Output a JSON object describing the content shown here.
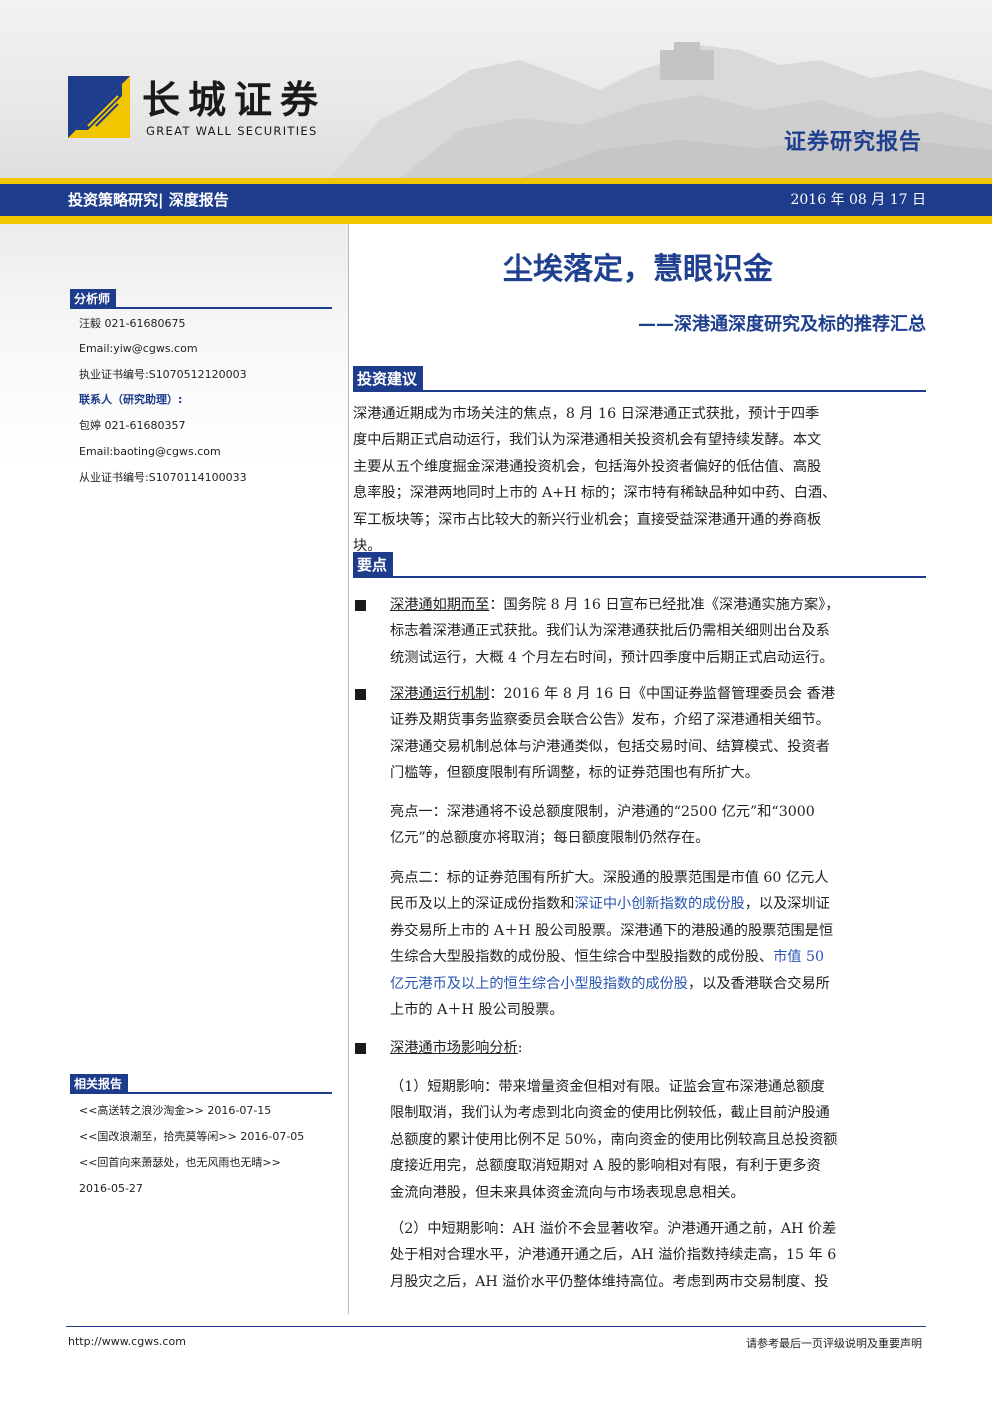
{
  "header": {
    "logo_cn": "长城证券",
    "logo_en": "GREAT WALL SECURITIES",
    "report_type": "证券研究报告",
    "category": "投资策略研究| 深度报告",
    "date": "2016 年 08 月 17 日"
  },
  "sidebar": {
    "analyst_label": "分析师",
    "analyst_lines": [
      "汪毅 021-61680675",
      "Email:yiw@cgws.com",
      "执业证书编号:S1070512120003"
    ],
    "contact_label": "联系人（研究助理）:",
    "contact_lines": [
      "包婷 021-61680357",
      "Email:baoting@cgws.com",
      "从业证书编号:S1070114100033"
    ],
    "related_label": "相关报告",
    "related": [
      "<<高送转之浪沙淘金>> 2016-07-15",
      "<<国改浪潮至，拾壳莫等闲>> 2016-07-05",
      "<<回首向来萧瑟处，也无风雨也无晴>>",
      "2016-05-27"
    ]
  },
  "main": {
    "title": "尘埃落定，慧眼识金",
    "subtitle": "——深港通深度研究及标的推荐汇总",
    "sec1_title": "投资建议",
    "sec1_lines": [
      "深港通近期成为市场关注的焦点，8 月 16 日深港通正式获批，预计于四季",
      "度中后期正式启动运行，我们认为深港通相关投资机会有望持续发酵。本文",
      "主要从五个维度掘金深港通投资机会，包括海外投资者偏好的低估值、高股",
      "息率股；深港两地同时上市的 A+H 标的；深市特有稀缺品种如中药、白酒、",
      "军工板块等；深市占比较大的新兴行业机会；直接受益深港通开通的券商板",
      "块。"
    ],
    "sec2_title": "要点",
    "b1_head": "深港通如期而至",
    "b1_lines": [
      "：国务院 8 月 16 日宣布已经批准《深港通实施方案》，",
      "标志着深港通正式获批。我们认为深港通获批后仍需相关细则出台及系",
      "统测试运行，大概 4 个月左右时间，预计四季度中后期正式启动运行。"
    ],
    "b2_head": "深港通运行机制",
    "b2_lines": [
      "：2016 年 8 月 16 日《中国证券监督管理委员会 香港",
      "证券及期货事务监察委员会联合公告》发布，介绍了深港通相关细节。",
      "深港通交易机制总体与沪港通类似，包括交易时间、结算模式、投资者",
      "门槛等，但额度限制有所调整，标的证券范围也有所扩大。"
    ],
    "hl1_lines": [
      "亮点一：深港通将不设总额度限制，沪港通的“2500 亿元”和“3000",
      "亿元”的总额度亦将取消；每日额度限制仍然存在。"
    ],
    "hl2": {
      "l1": "亮点二：标的证券范围有所扩大。深股通的股票范围是市值 60 亿元人",
      "l2a": "民币及以上的深证成份指数和",
      "l2b": "深证中小创新指数的成份股",
      "l2c": "，以及深圳证",
      "l3": "券交易所上市的 A＋H 股公司股票。深港通下的港股通的股票范围是恒",
      "l4a": "生综合大型股指数的成份股、恒生综合中型股指数的成份股、",
      "l4b": "市值 50",
      "l5a": "亿元港币及以上的恒生综合小型股指数的成份股",
      "l5b": "，以及香港联合交易所",
      "l6": "上市的 A＋H 股公司股票。"
    },
    "b3_head": "深港通市场影响分析",
    "b3_tail": ":",
    "p1_lines": [
      "（1）短期影响：带来增量资金但相对有限。证监会宣布深港通总额度",
      "限制取消，我们认为考虑到北向资金的使用比例较低，截止目前沪股通",
      "总额度的累计使用比例不足 50%，南向资金的使用比例较高且总投资额",
      "度接近用完，总额度取消短期对 A 股的影响相对有限，有利于更多资",
      "金流向港股，但未来具体资金流向与市场表现息息相关。"
    ],
    "p2_lines": [
      "（2）中短期影响：AH 溢价不会显著收窄。沪港通开通之前，AH 价差",
      "处于相对合理水平，沪港通开通之后，AH 溢价指数持续走高，15 年 6",
      "月股灾之后，AH 溢价水平仍整体维持高位。考虑到两市交易制度、投"
    ]
  },
  "footer": {
    "url": "http://www.cgws.com",
    "note": "请参考最后一页评级说明及重要声明"
  },
  "colors": {
    "brand_blue": "#1e3c8c",
    "brand_yellow": "#f1c500",
    "link_blue": "#2855b3"
  }
}
